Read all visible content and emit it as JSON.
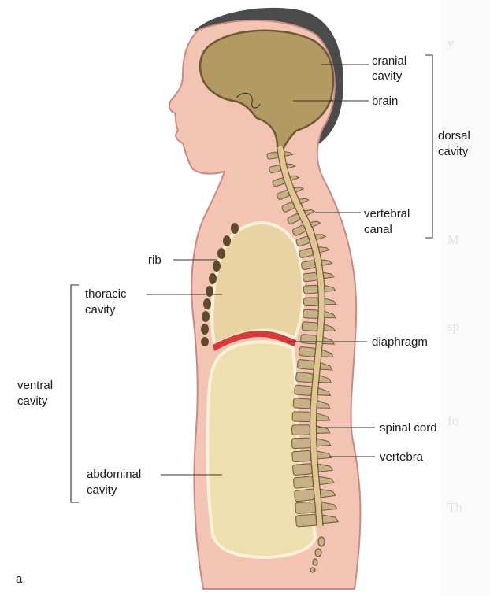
{
  "labels": {
    "cranial_cavity": [
      "cranial",
      "cavity"
    ],
    "brain": "brain",
    "dorsal_cavity": [
      "dorsal",
      "cavity"
    ],
    "vertebral_canal": [
      "vertebral",
      "canal"
    ],
    "rib": "rib",
    "thoracic_cavity": [
      "thoracic",
      "cavity"
    ],
    "diaphragm": "diaphragm",
    "ventral_cavity": [
      "ventral",
      "cavity"
    ],
    "spinal_cord": "spinal cord",
    "vertebra": "vertebra",
    "abdominal_cavity": [
      "abdominal",
      "cavity"
    ],
    "panel": "a."
  },
  "colors": {
    "skin": "#f3c4b4",
    "skin_outline": "#c98a86",
    "hair": "#4b4b4b",
    "brain": "#b29a62",
    "brain_outline": "#6d5a34",
    "thoracic": "#e9d3a2",
    "abdominal": "#f0dfae",
    "cavity_edge": "#fbf1d8",
    "diaphragm": "#d63a3a",
    "bone": "#c7b085",
    "bone_outline": "#6e5a36",
    "cord": "#e0c890",
    "rib": "#5f4b2c"
  }
}
